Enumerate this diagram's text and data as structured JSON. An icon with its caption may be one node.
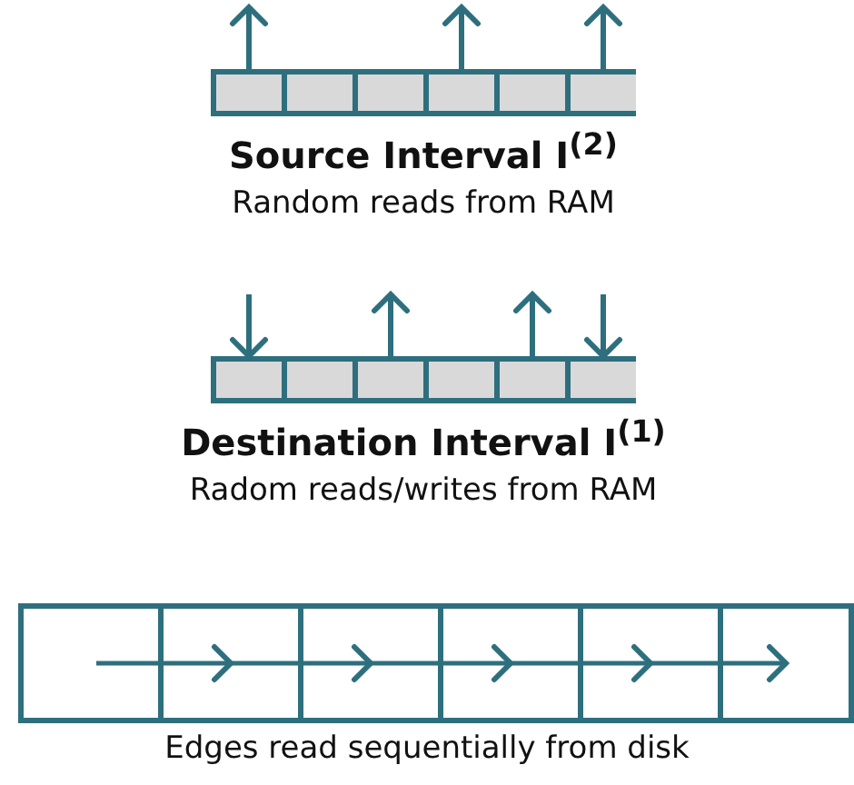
{
  "diagram": {
    "nodes": [
      {
        "text": [
          "Source Interval I$^{(2)}$",
          "Random reads from RAM"
        ]
      },
      {
        "text": [],
        "shape": "box",
        "in": 0
      },
      {
        "text": [],
        "shape": "box",
        "in": 0
      },
      {
        "text": [],
        "shape": "box",
        "in": 0
      },
      {
        "text": [],
        "shape": "box",
        "in": 0
      },
      {
        "text": [],
        "shape": "box",
        "in": 0
      },
      {
        "text": [],
        "shape": "box",
        "in": 0
      },
      {
        "text": [
          "Destination Interval I$^{(1)}$",
          "Radom reads/writes from RAM"
        ]
      },
      {
        "text": [],
        "shape": "box",
        "in": 7
      },
      {
        "text": [],
        "shape": "box",
        "in": 7
      },
      {
        "text": [],
        "shape": "box",
        "in": 7
      },
      {
        "text": [],
        "shape": "box",
        "in": 7
      },
      {
        "text": [],
        "shape": "box",
        "in": 7
      },
      {
        "text": [],
        "shape": "box",
        "in": 7
      },
      {
        "text": [
          "Edges read sequentially from disk"
        ]
      },
      {
        "text": [],
        "shape": "box",
        "in": 14
      },
      {
        "text": [],
        "shape": "box",
        "in": 14
      },
      {
        "text": [],
        "shape": "box",
        "in": 14
      },
      {
        "text": [],
        "shape": "box",
        "in": 14
      },
      {
        "text": [],
        "shape": "box",
        "in": 14
      },
      {
        "text": [],
        "shape": "box",
        "in": 14
      }
    ],
    "edges": [
      {
        "from": 1,
        "to": null,
        "arrow": "to"
      },
      {
        "from": 4,
        "to": null,
        "arrow": "to"
      },
      {
        "from": 6,
        "to": null,
        "arrow": "to"
      },
      {
        "from": null,
        "to": 8,
        "arrow": "to"
      },
      {
        "from": 10,
        "to": null,
        "arrow": "to"
      },
      {
        "from": 12,
        "to": null,
        "arrow": "to"
      },
      {
        "from": null,
        "to": 13,
        "arrow": "to"
      },
      {
        "from": 15,
        "to": 16,
        "arrow": "to"
      },
      {
        "from": 16,
        "to": 17,
        "arrow": "to"
      },
      {
        "from": 17,
        "to": 18,
        "arrow": "to"
      },
      {
        "from": 18,
        "to": 19,
        "arrow": "to"
      },
      {
        "from": 19,
        "to": 20,
        "arrow": "to"
      }
    ]
  }
}
